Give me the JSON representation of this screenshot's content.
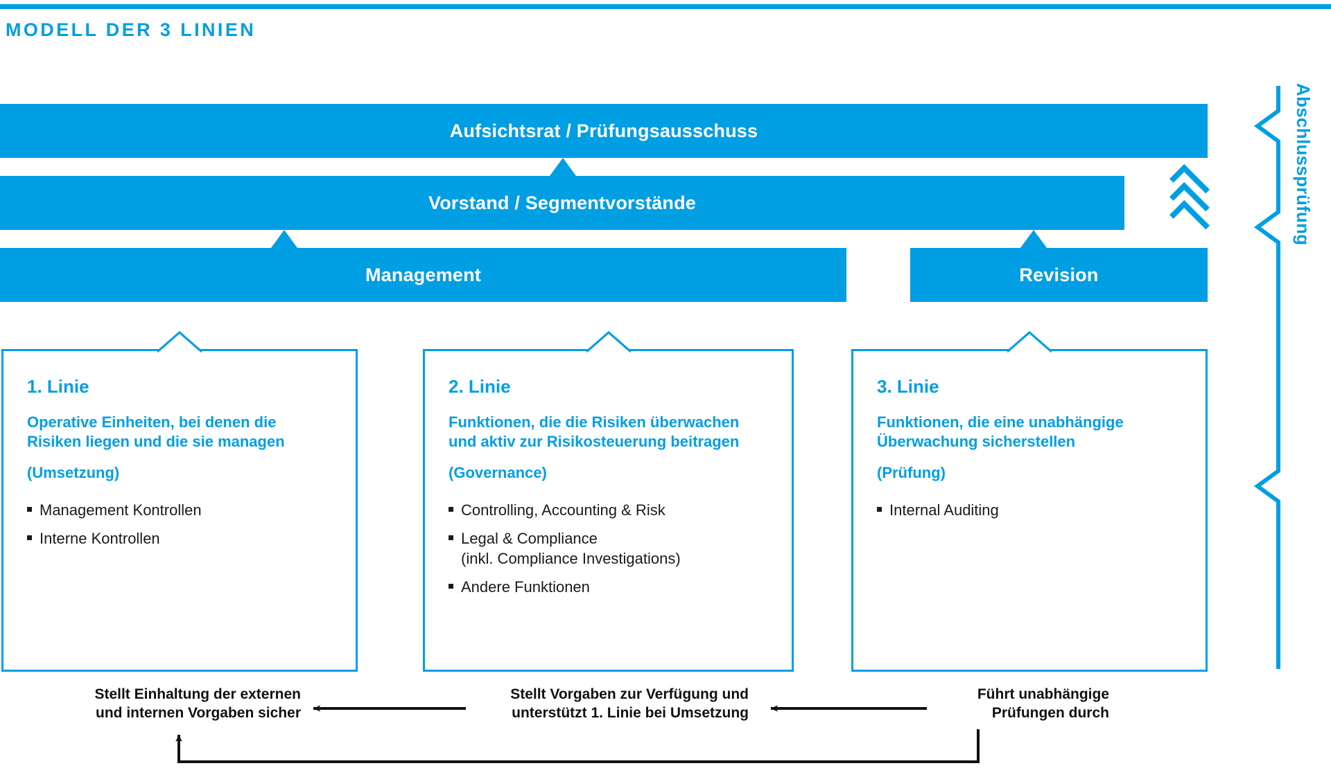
{
  "page": {
    "title": "MODELL DER 3 LINIEN",
    "accent_color": "#009EE3",
    "text_color": "#1a1a1a",
    "background": "#ffffff"
  },
  "governance_bars": [
    {
      "id": "aufsichtsrat",
      "label": "Aufsichtsrat / Prüfungsausschuss"
    },
    {
      "id": "vorstand",
      "label": "Vorstand / Segmentvorstände"
    },
    {
      "id": "management",
      "label": "Management"
    },
    {
      "id": "revision",
      "label": "Revision"
    }
  ],
  "side_bracket": {
    "label": "Abschlussprüfung"
  },
  "lines": [
    {
      "heading": "1. Linie",
      "description": "Operative Einheiten, bei denen die Risiken liegen und die sie managen",
      "parenthetical": "(Umsetzung)",
      "items": [
        "Management Kontrollen",
        "Interne Kontrollen"
      ]
    },
    {
      "heading": "2. Linie",
      "description": "Funktionen, die die Risiken überwachen und aktiv zur Risikosteuerung beitragen",
      "parenthetical": "(Governance)",
      "items": [
        "Controlling, Accounting & Risk",
        "Legal & Compliance\n(inkl. Compliance Investigations)",
        "Andere Funktionen"
      ]
    },
    {
      "heading": "3. Linie",
      "description": "Funktionen, die eine unabhängige Überwachung sicherstellen",
      "parenthetical": "(Prüfung)",
      "items": [
        "Internal Auditing"
      ]
    }
  ],
  "flow_captions": [
    {
      "id": "caption-line-1",
      "text": "Stellt Einhaltung der externen\nund internen Vorgaben sicher"
    },
    {
      "id": "caption-line-2",
      "text": "Stellt Vorgaben zur Verfügung und\nunterstützt 1. Linie bei Umsetzung"
    },
    {
      "id": "caption-line-3",
      "text": "Führt unabhängige\nPrüfungen durch"
    }
  ]
}
